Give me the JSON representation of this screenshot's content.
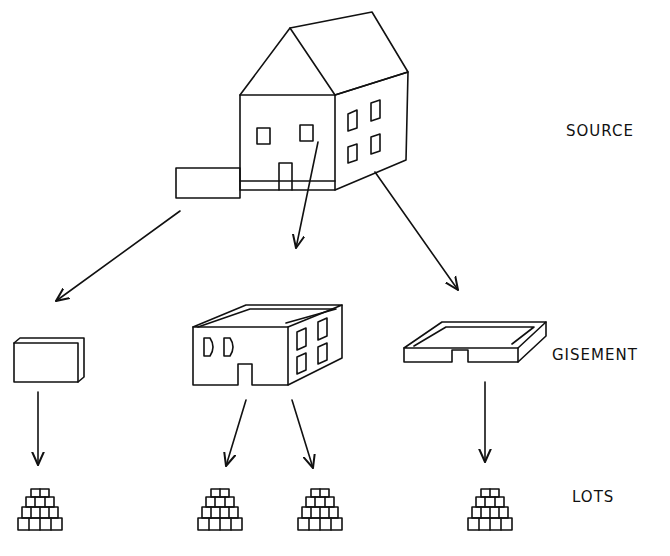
{
  "diagram": {
    "labels": [
      "SOURCE",
      "GISEMENT",
      "LOTS"
    ]
  }
}
